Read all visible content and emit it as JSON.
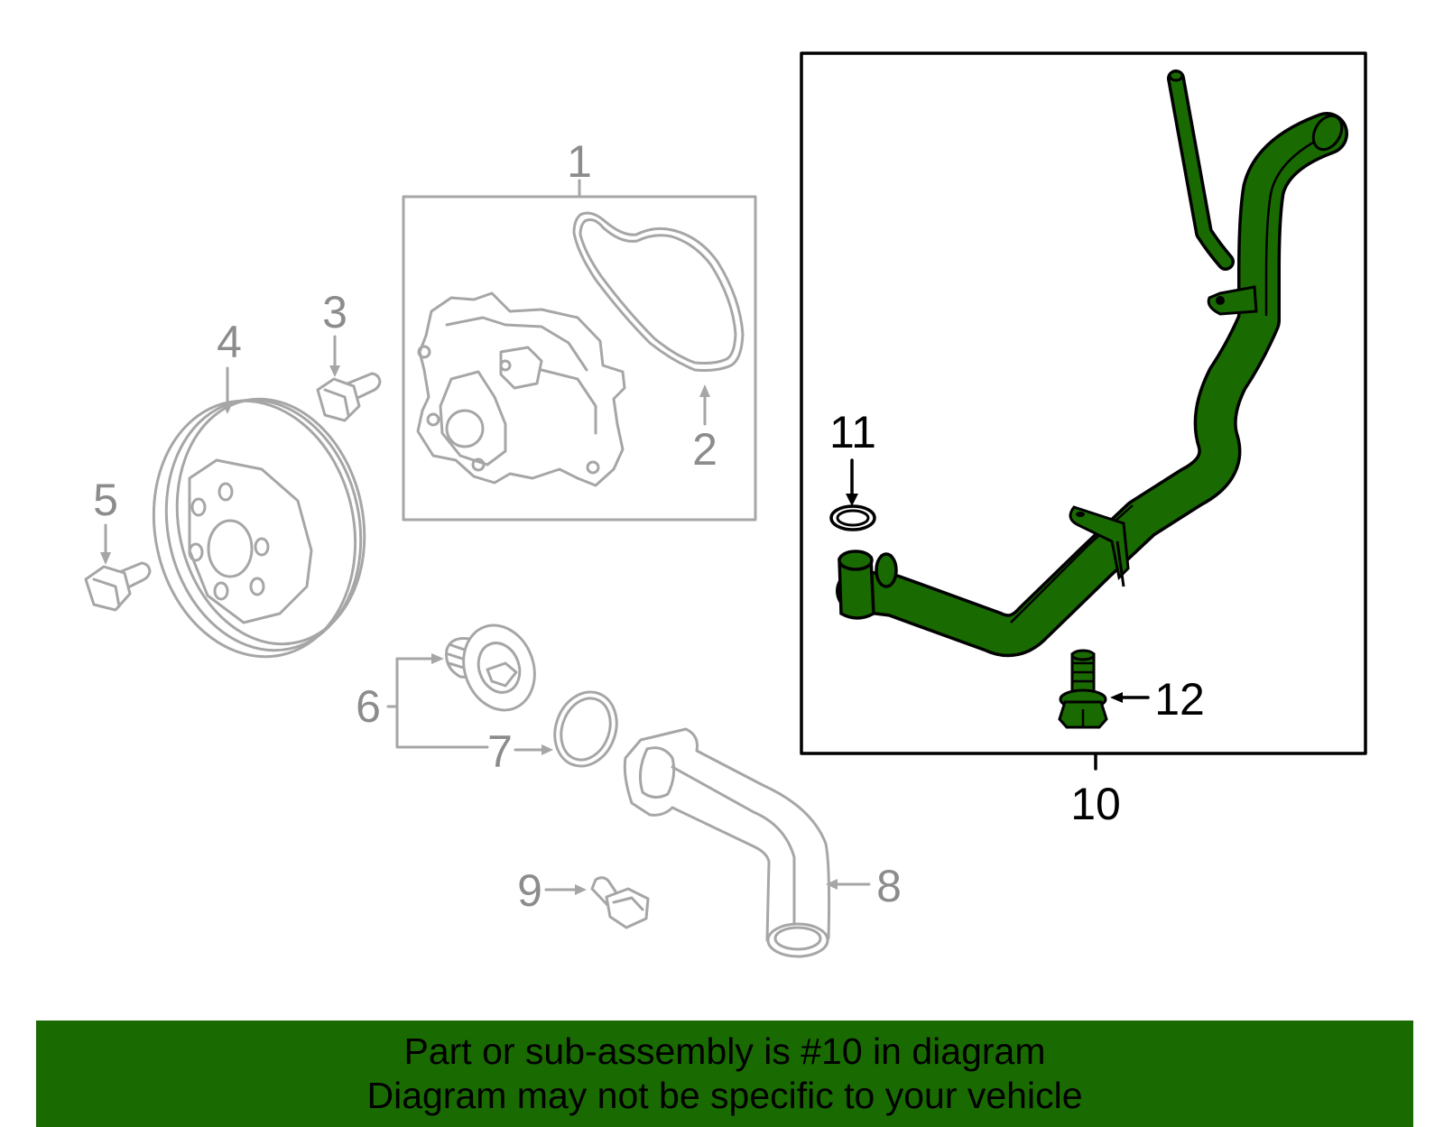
{
  "labels": {
    "p1": "1",
    "p2": "2",
    "p3": "3",
    "p4": "4",
    "p5": "5",
    "p6": "6",
    "p7": "7",
    "p8": "8",
    "p9": "9",
    "p10": "10",
    "p11": "11",
    "p12": "12"
  },
  "banner": {
    "line1": "Part or sub-assembly is #10 in diagram",
    "line2": "Diagram may not be specific to your vehicle"
  },
  "colors": {
    "highlight": "#1a6a02",
    "banner_bg": "#1a6a02",
    "gray_parts": "#a6a6a6",
    "gray_labels": "#8c8c8c"
  }
}
